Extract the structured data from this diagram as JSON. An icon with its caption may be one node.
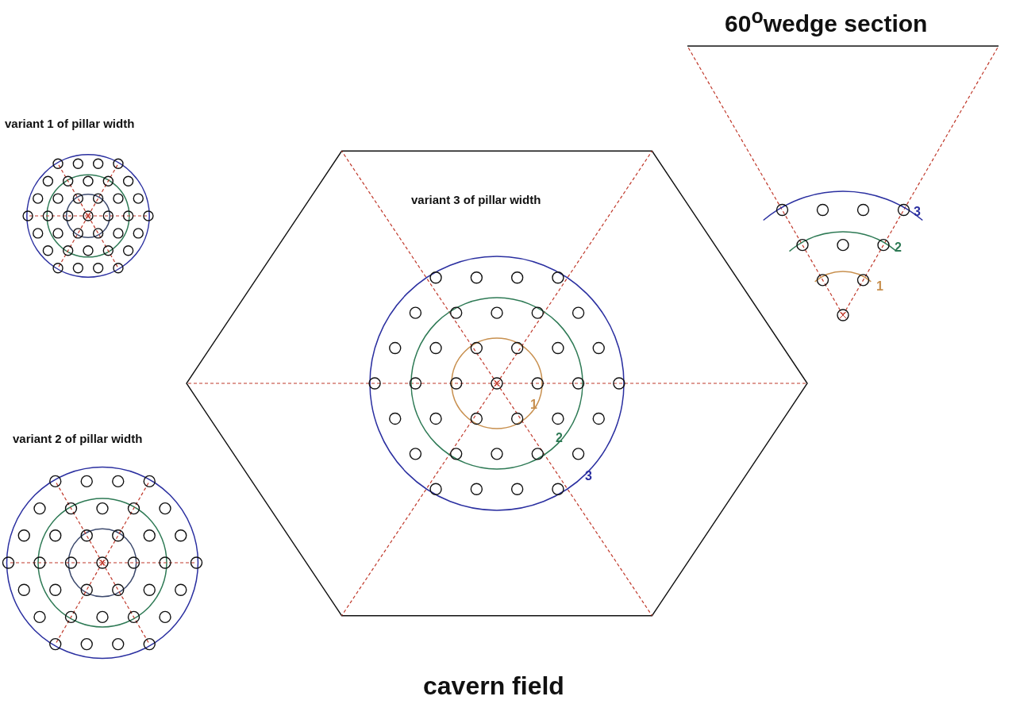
{
  "diagram": {
    "caption": "cavern field",
    "labels": [
      "60$^{o}$wedge section",
      "variant 1 of pillar width",
      "variant 3 of pillar width",
      "3",
      "2",
      "1",
      "variant 2 of pillar width",
      "1",
      "2",
      "3"
    ]
  }
}
